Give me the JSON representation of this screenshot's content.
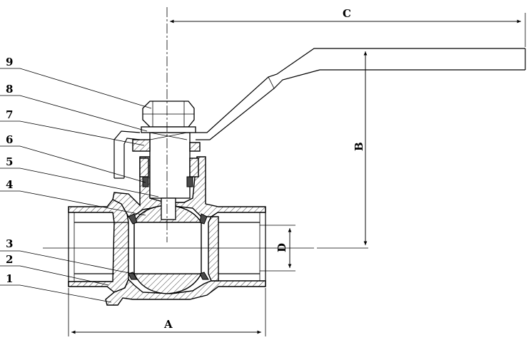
{
  "part_labels": [
    "1",
    "2",
    "3",
    "4",
    "5",
    "6",
    "7",
    "8",
    "9"
  ],
  "dimensions": {
    "a": "A",
    "b": "B",
    "c": "C",
    "d": "D"
  }
}
